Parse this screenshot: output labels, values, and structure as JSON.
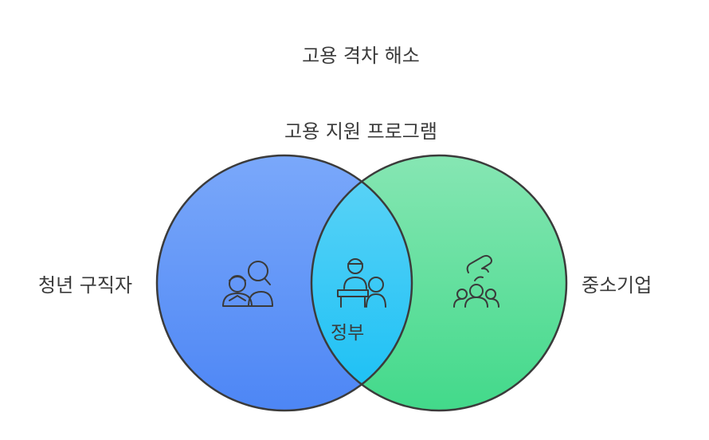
{
  "title": "고용 격차 해소",
  "subtitle": "고용 지원 프로그램",
  "left_set": {
    "label": "청년 구직자",
    "color": "#5b91f7",
    "icon": "job-seekers-icon"
  },
  "right_set": {
    "label": "중소기업",
    "color": "#5cdc93",
    "icon": "small-business-icon"
  },
  "intersection": {
    "label": "정부",
    "color": "#3fc8f5",
    "icon": "government-icon"
  }
}
